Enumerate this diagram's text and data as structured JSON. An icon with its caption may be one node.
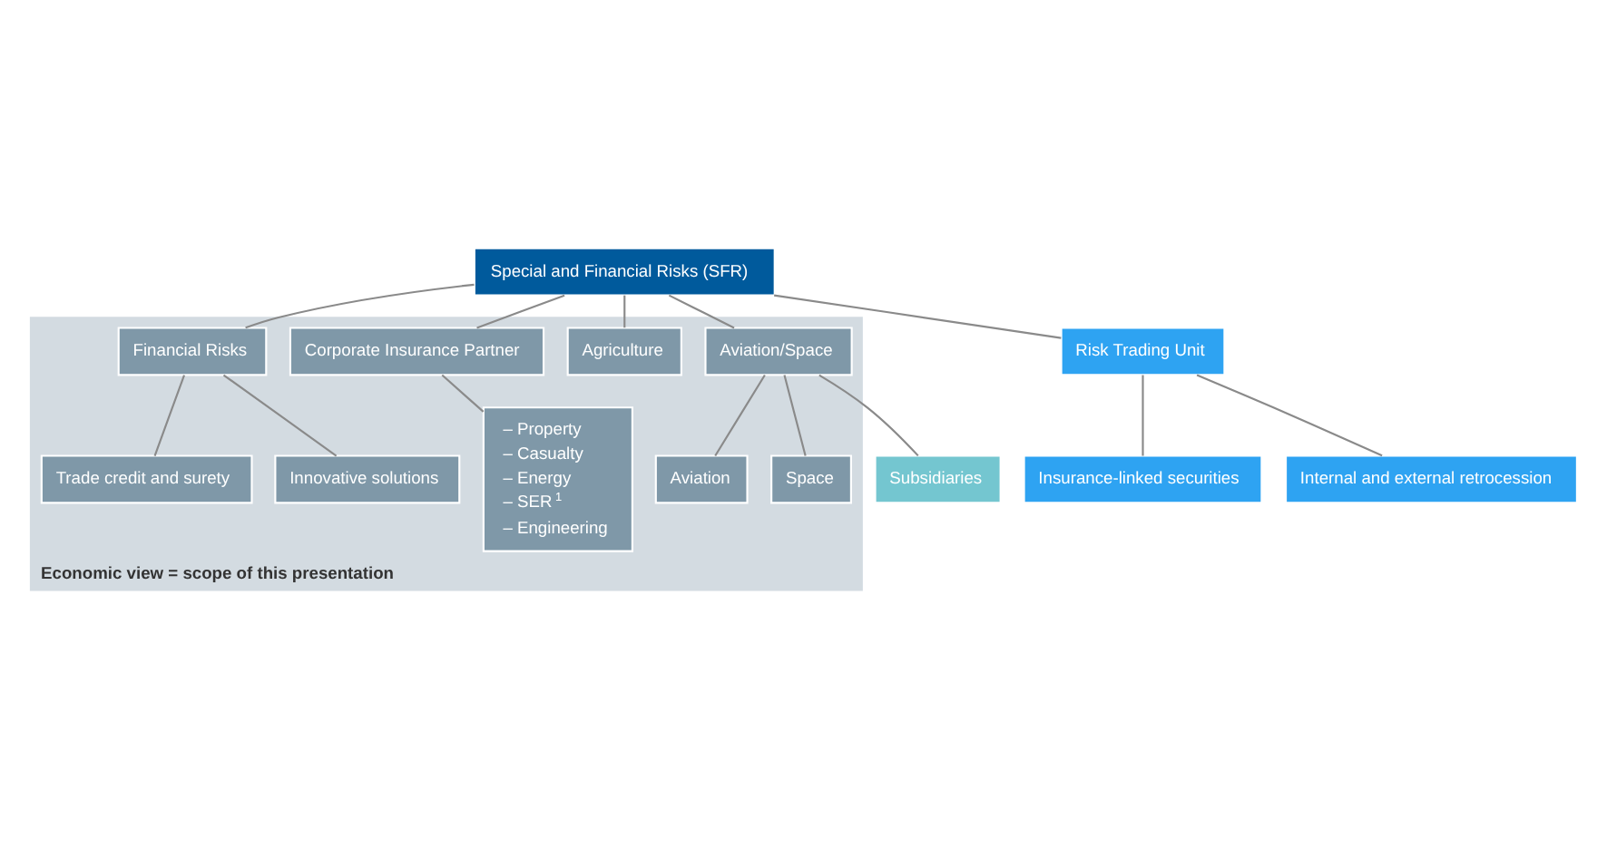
{
  "diagram": {
    "nodes": [
      {
        "text": [
          "Special and Financial Risks (SFR)"
        ]
      },
      {
        "text": [
          "Economic view = scope of this presentation"
        ]
      },
      {
        "text": [
          "Corporate Insurance Partner"
        ],
        "in": 1
      },
      {
        "text": [
          "Financial Risks"
        ],
        "in": 1
      },
      {
        "text": [
          "Aviation/Space"
        ],
        "in": 1
      },
      {
        "text": [
          "Agriculture"
        ],
        "in": 1
      },
      {
        "text": [
          "Risk Trading Unit"
        ]
      },
      {
        "text": [
          "– Property",
          "– Casualty",
          "– Energy",
          "– SER$^{1}$",
          "– Engineering"
        ],
        "in": 1
      },
      {
        "text": [
          "Trade credit and surety"
        ],
        "in": 1
      },
      {
        "text": [
          "Innovative solutions"
        ],
        "in": 1
      },
      {
        "text": [
          "Aviation"
        ],
        "in": 1
      },
      {
        "text": [
          "Space"
        ],
        "in": 1
      },
      {
        "text": [
          "Subsidiaries"
        ]
      },
      {
        "text": [
          "Insurance-linked securities"
        ]
      },
      {
        "text": [
          "Internal and external retrocession"
        ]
      }
    ],
    "edges": [
      {
        "from": 0,
        "to": 2,
        "arrow": "none"
      },
      {
        "from": 0,
        "to": 3,
        "arrow": "none"
      },
      {
        "from": 0,
        "to": 4,
        "arrow": "none"
      },
      {
        "from": 0,
        "to": 5,
        "arrow": "none"
      },
      {
        "from": 0,
        "to": 6,
        "arrow": "none"
      },
      {
        "from": 2,
        "to": 7,
        "arrow": "none"
      },
      {
        "from": 3,
        "to": 8,
        "arrow": "none"
      },
      {
        "from": 3,
        "to": 9,
        "arrow": "none"
      },
      {
        "from": 4,
        "to": 10,
        "arrow": "none"
      },
      {
        "from": 4,
        "to": 11,
        "arrow": "none"
      },
      {
        "from": 4,
        "to": 12,
        "arrow": "none"
      },
      {
        "from": 6,
        "to": 13,
        "arrow": "none"
      },
      {
        "from": 6,
        "to": 14,
        "arrow": "none"
      }
    ]
  }
}
